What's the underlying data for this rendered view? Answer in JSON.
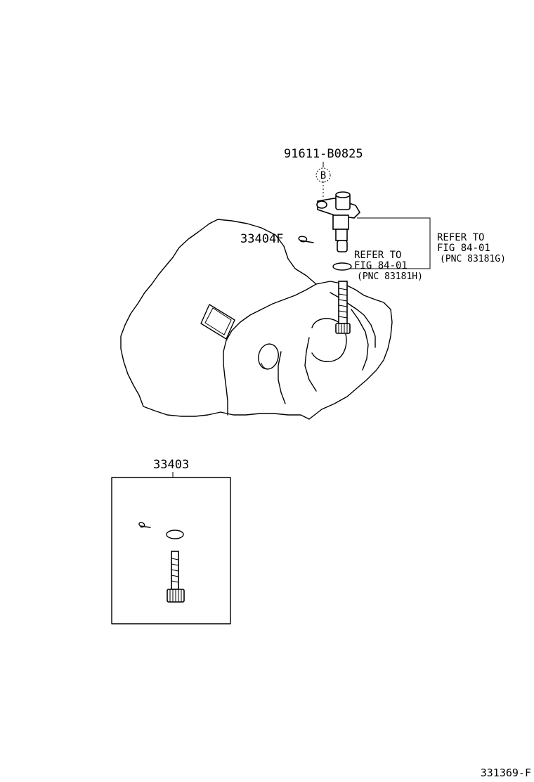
{
  "labels": {
    "bolt_part": "91611-B0825",
    "bolt_marker": "B",
    "clip_part": "33404F",
    "kit_part": "33403",
    "drawing_id": "331369-F"
  },
  "references": {
    "sensor": {
      "line1": "REFER TO",
      "line2": "FIG 84-01",
      "line3": "(PNC 83181G)"
    },
    "oring": {
      "line1": "REFER TO",
      "line2": "FIG 84-01",
      "line3": "(PNC 83181H)"
    }
  }
}
